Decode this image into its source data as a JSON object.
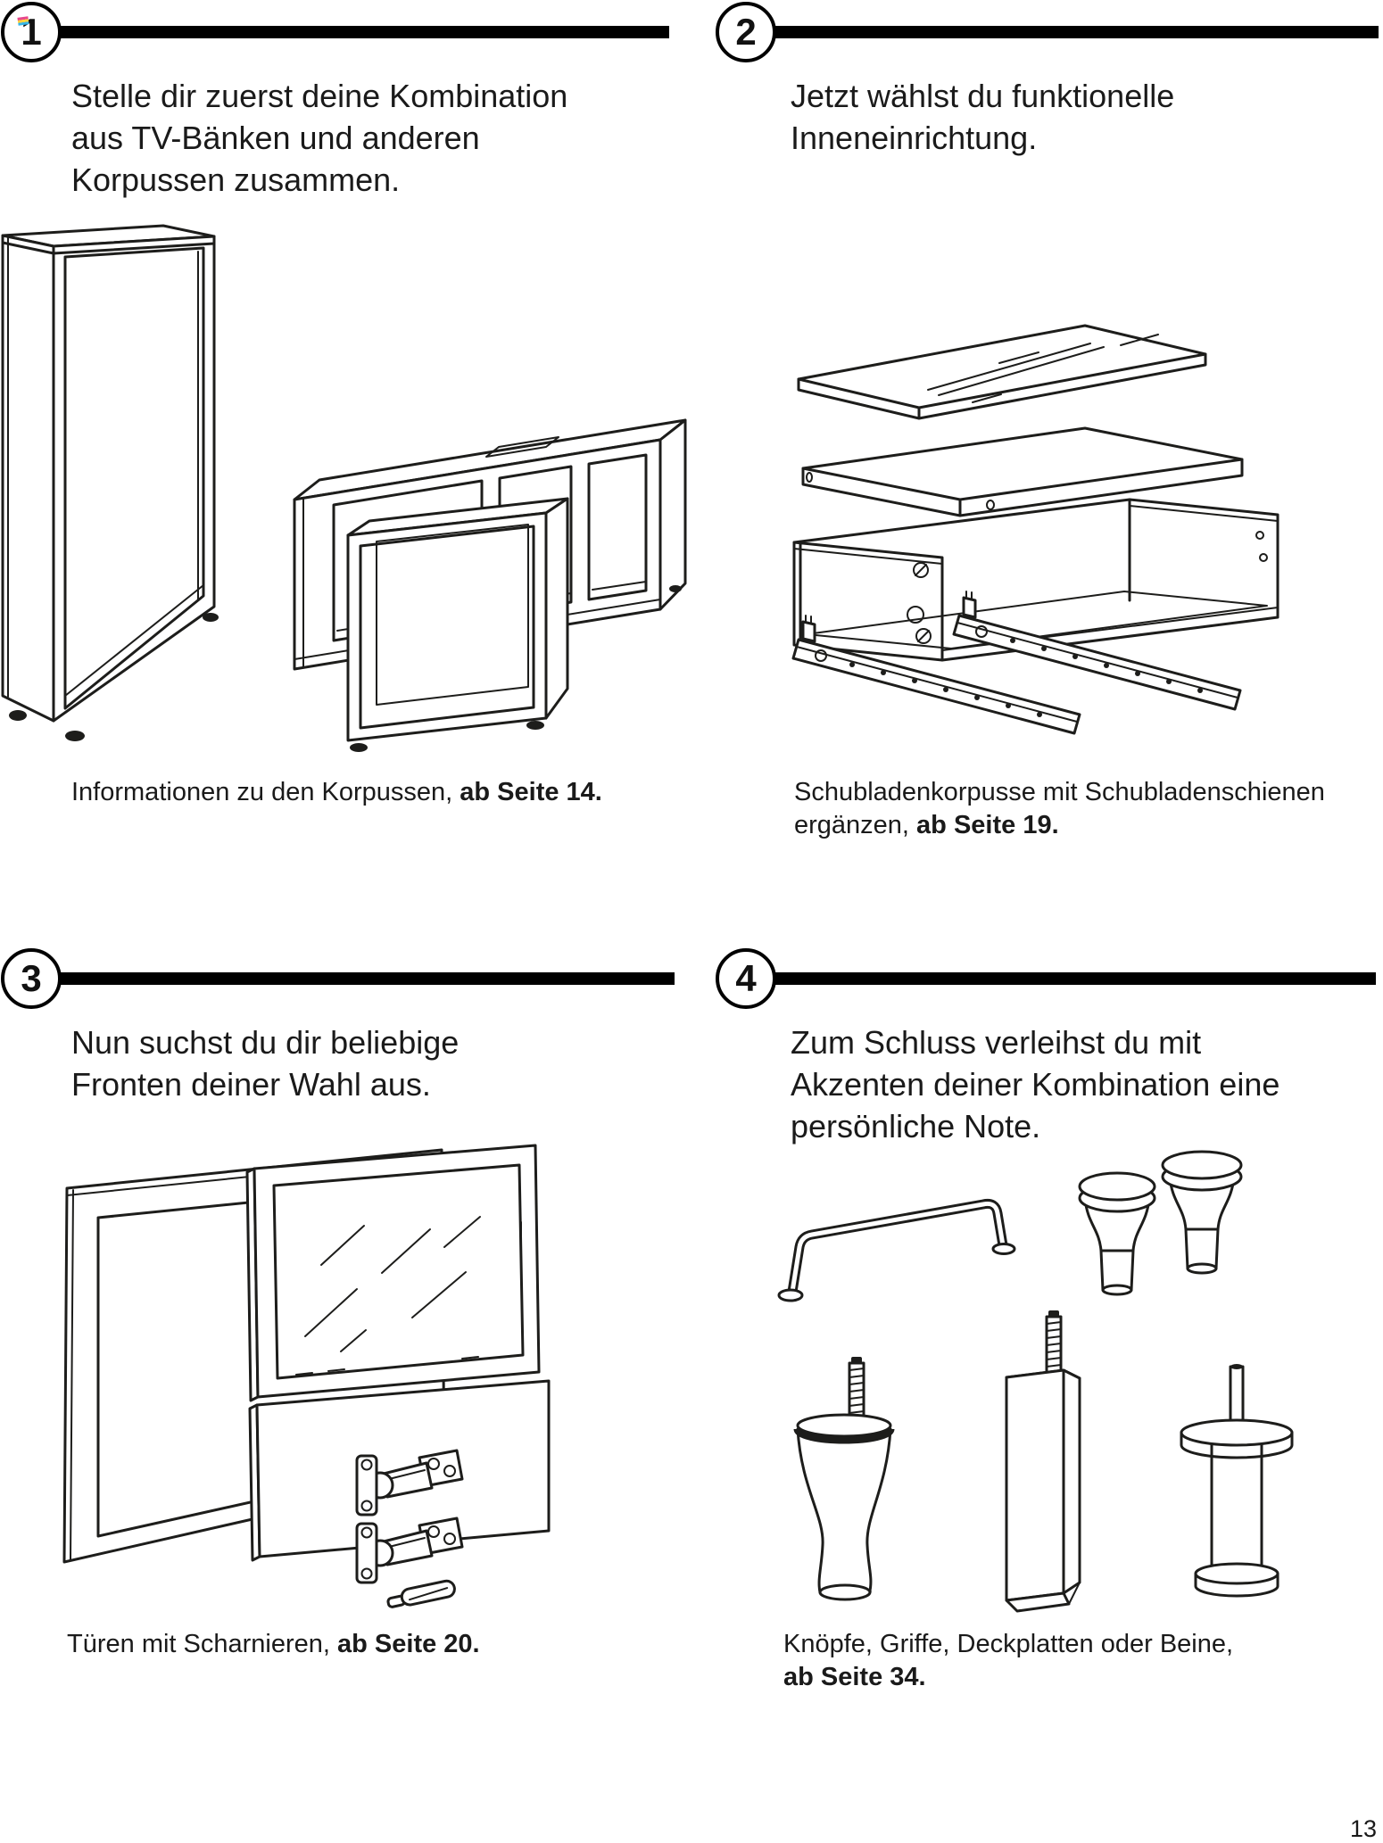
{
  "page": {
    "number": "13",
    "background_color": "#ffffff",
    "text_color": "#1a1a1a",
    "rule_color": "#000000",
    "artifact_colors": [
      "#e8488b",
      "#ffd23e",
      "#35b6e9"
    ]
  },
  "steps": [
    {
      "badge": "1",
      "heading_lines": [
        "Stelle dir zuerst deine Kombination",
        "aus TV-Bänken und anderen",
        "Korpussen zusammen."
      ],
      "caption": {
        "line1": {
          "normal": "Informationen zu den Korpussen, ",
          "bold": "ab Seite 14."
        }
      },
      "illustration": "tv-bench-frames"
    },
    {
      "badge": "2",
      "heading_lines": [
        "Jetzt wählst du funktionelle",
        "Inneneinrichtung."
      ],
      "caption": {
        "line1": {
          "normal": "Schubladenkorpusse mit Schubladenschienen",
          "bold": ""
        },
        "line2": {
          "normal": "ergänzen, ",
          "bold": "ab Seite 19."
        }
      },
      "illustration": "drawer-exploded"
    },
    {
      "badge": "3",
      "heading_lines": [
        "Nun suchst du dir beliebige",
        "Fronten deiner Wahl aus."
      ],
      "caption": {
        "line1": {
          "normal": "Türen mit Scharnieren, ",
          "bold": "ab Seite 20."
        }
      },
      "illustration": "doors-hinges"
    },
    {
      "badge": "4",
      "heading_lines": [
        "Zum Schluss verleihst du mit",
        "Akzenten deiner Kombination eine",
        "persönliche Note."
      ],
      "caption": {
        "line1": {
          "normal": "Knöpfe, Griffe, Deckplatten oder Beine,",
          "bold": ""
        },
        "line2": {
          "normal": "",
          "bold": "ab Seite 34."
        }
      },
      "illustration": "knobs-handles-legs"
    }
  ]
}
